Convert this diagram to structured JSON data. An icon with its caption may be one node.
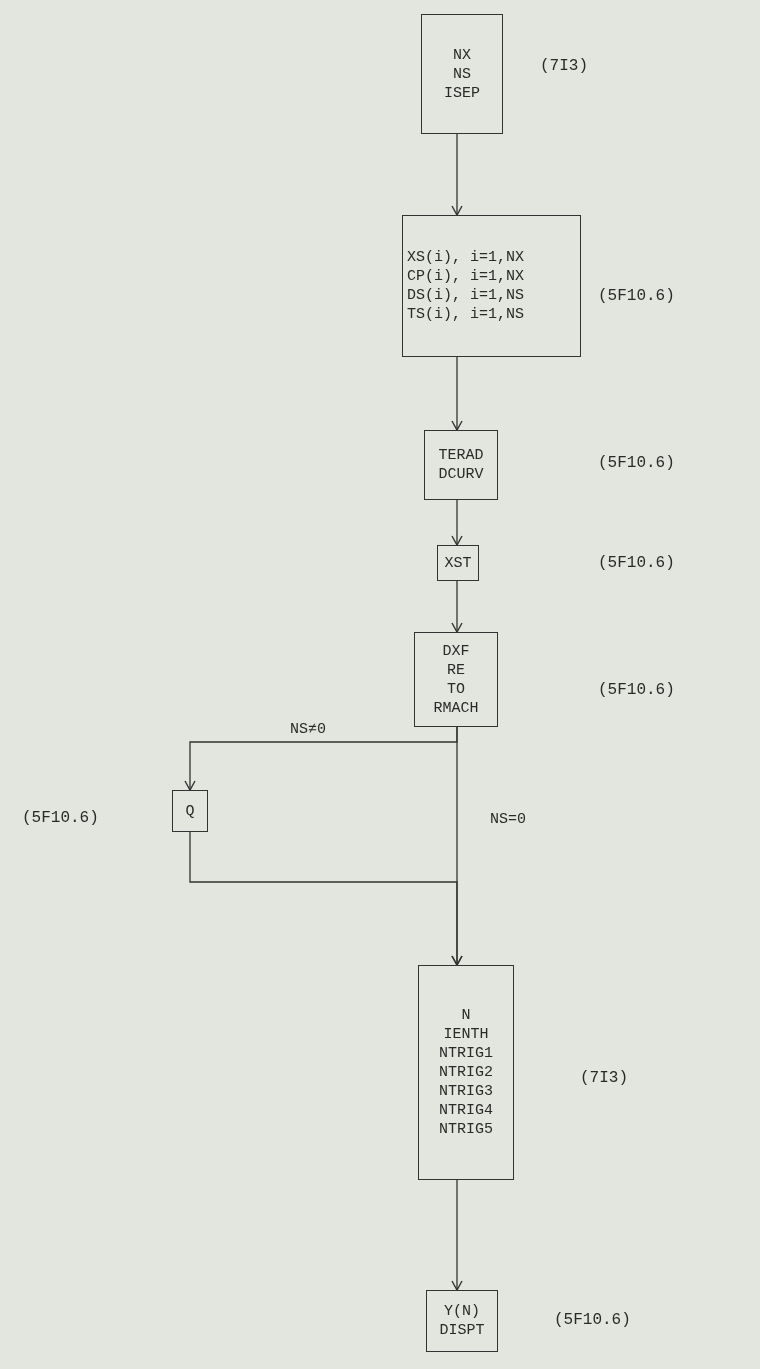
{
  "diagram": {
    "nodes": [
      {
        "text": [
          "NX",
          "NS",
          "ISEP"
        ]
      },
      {
        "text": [
          "XS(i), i=1,NX",
          "CP(i), i=1,NX",
          "DS(i), i=1,NS",
          "TS(i), i=1,NS"
        ]
      },
      {
        "text": [
          "TERAD",
          "DCURV"
        ]
      },
      {
        "text": [
          "XST"
        ]
      },
      {
        "text": [
          "DXF",
          "RE",
          "TO",
          "RMACH"
        ]
      },
      {
        "text": [
          "Q"
        ]
      },
      {
        "text": [
          "N",
          "IENTH",
          "NTRIG1",
          "NTRIG2",
          "NTRIG3",
          "NTRIG4",
          "NTRIG5"
        ]
      },
      {
        "text": [
          "Y(N)",
          "DISPT"
        ]
      }
    ],
    "edges": [
      {
        "from": 0,
        "to": 1,
        "arrow": "to"
      },
      {
        "from": 1,
        "to": 2,
        "arrow": "to"
      },
      {
        "from": 2,
        "to": 3,
        "arrow": "to"
      },
      {
        "from": 3,
        "to": 4,
        "arrow": "to"
      },
      {
        "from": 4,
        "to": 5,
        "arrow": "to",
        "label": "NS≠0"
      },
      {
        "from": 4,
        "to": 6,
        "arrow": "to",
        "label": "NS=0"
      },
      {
        "from": 5,
        "to": 6,
        "arrow": "to"
      },
      {
        "from": 6,
        "to": 7,
        "arrow": "to"
      }
    ],
    "labels": [
      "(7I3)",
      "(5F10.6)",
      "(5F10.6)",
      "(5F10.6)",
      "(5F10.6)",
      "(5F10.6)",
      "(7I3)",
      "(5F10.6)"
    ]
  }
}
